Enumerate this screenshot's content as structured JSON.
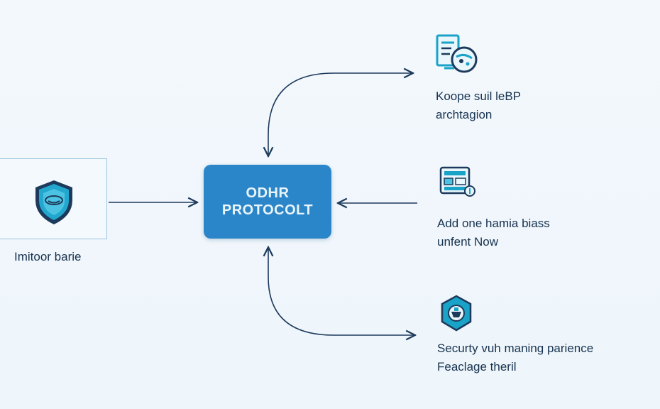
{
  "center": {
    "line1": "ODHR",
    "line2": "PROTOCOLT"
  },
  "left_node": {
    "label": "Imitoor barie",
    "icon": "shield-icon"
  },
  "right_nodes": [
    {
      "line1": "Koope suil leBP",
      "line2": "archtagion",
      "icon": "document-globe-icon"
    },
    {
      "line1": "Add one hamia biass",
      "line2": "unfent Now",
      "icon": "dashboard-icon"
    },
    {
      "line1": "Securty vuh maning parience",
      "line2": "Feaclage theril",
      "icon": "shield-badge-icon"
    }
  ],
  "colors": {
    "accent": "#2a86c8",
    "line": "#1d3a5c",
    "icon": "#1aa3c9",
    "text": "#16324f"
  }
}
